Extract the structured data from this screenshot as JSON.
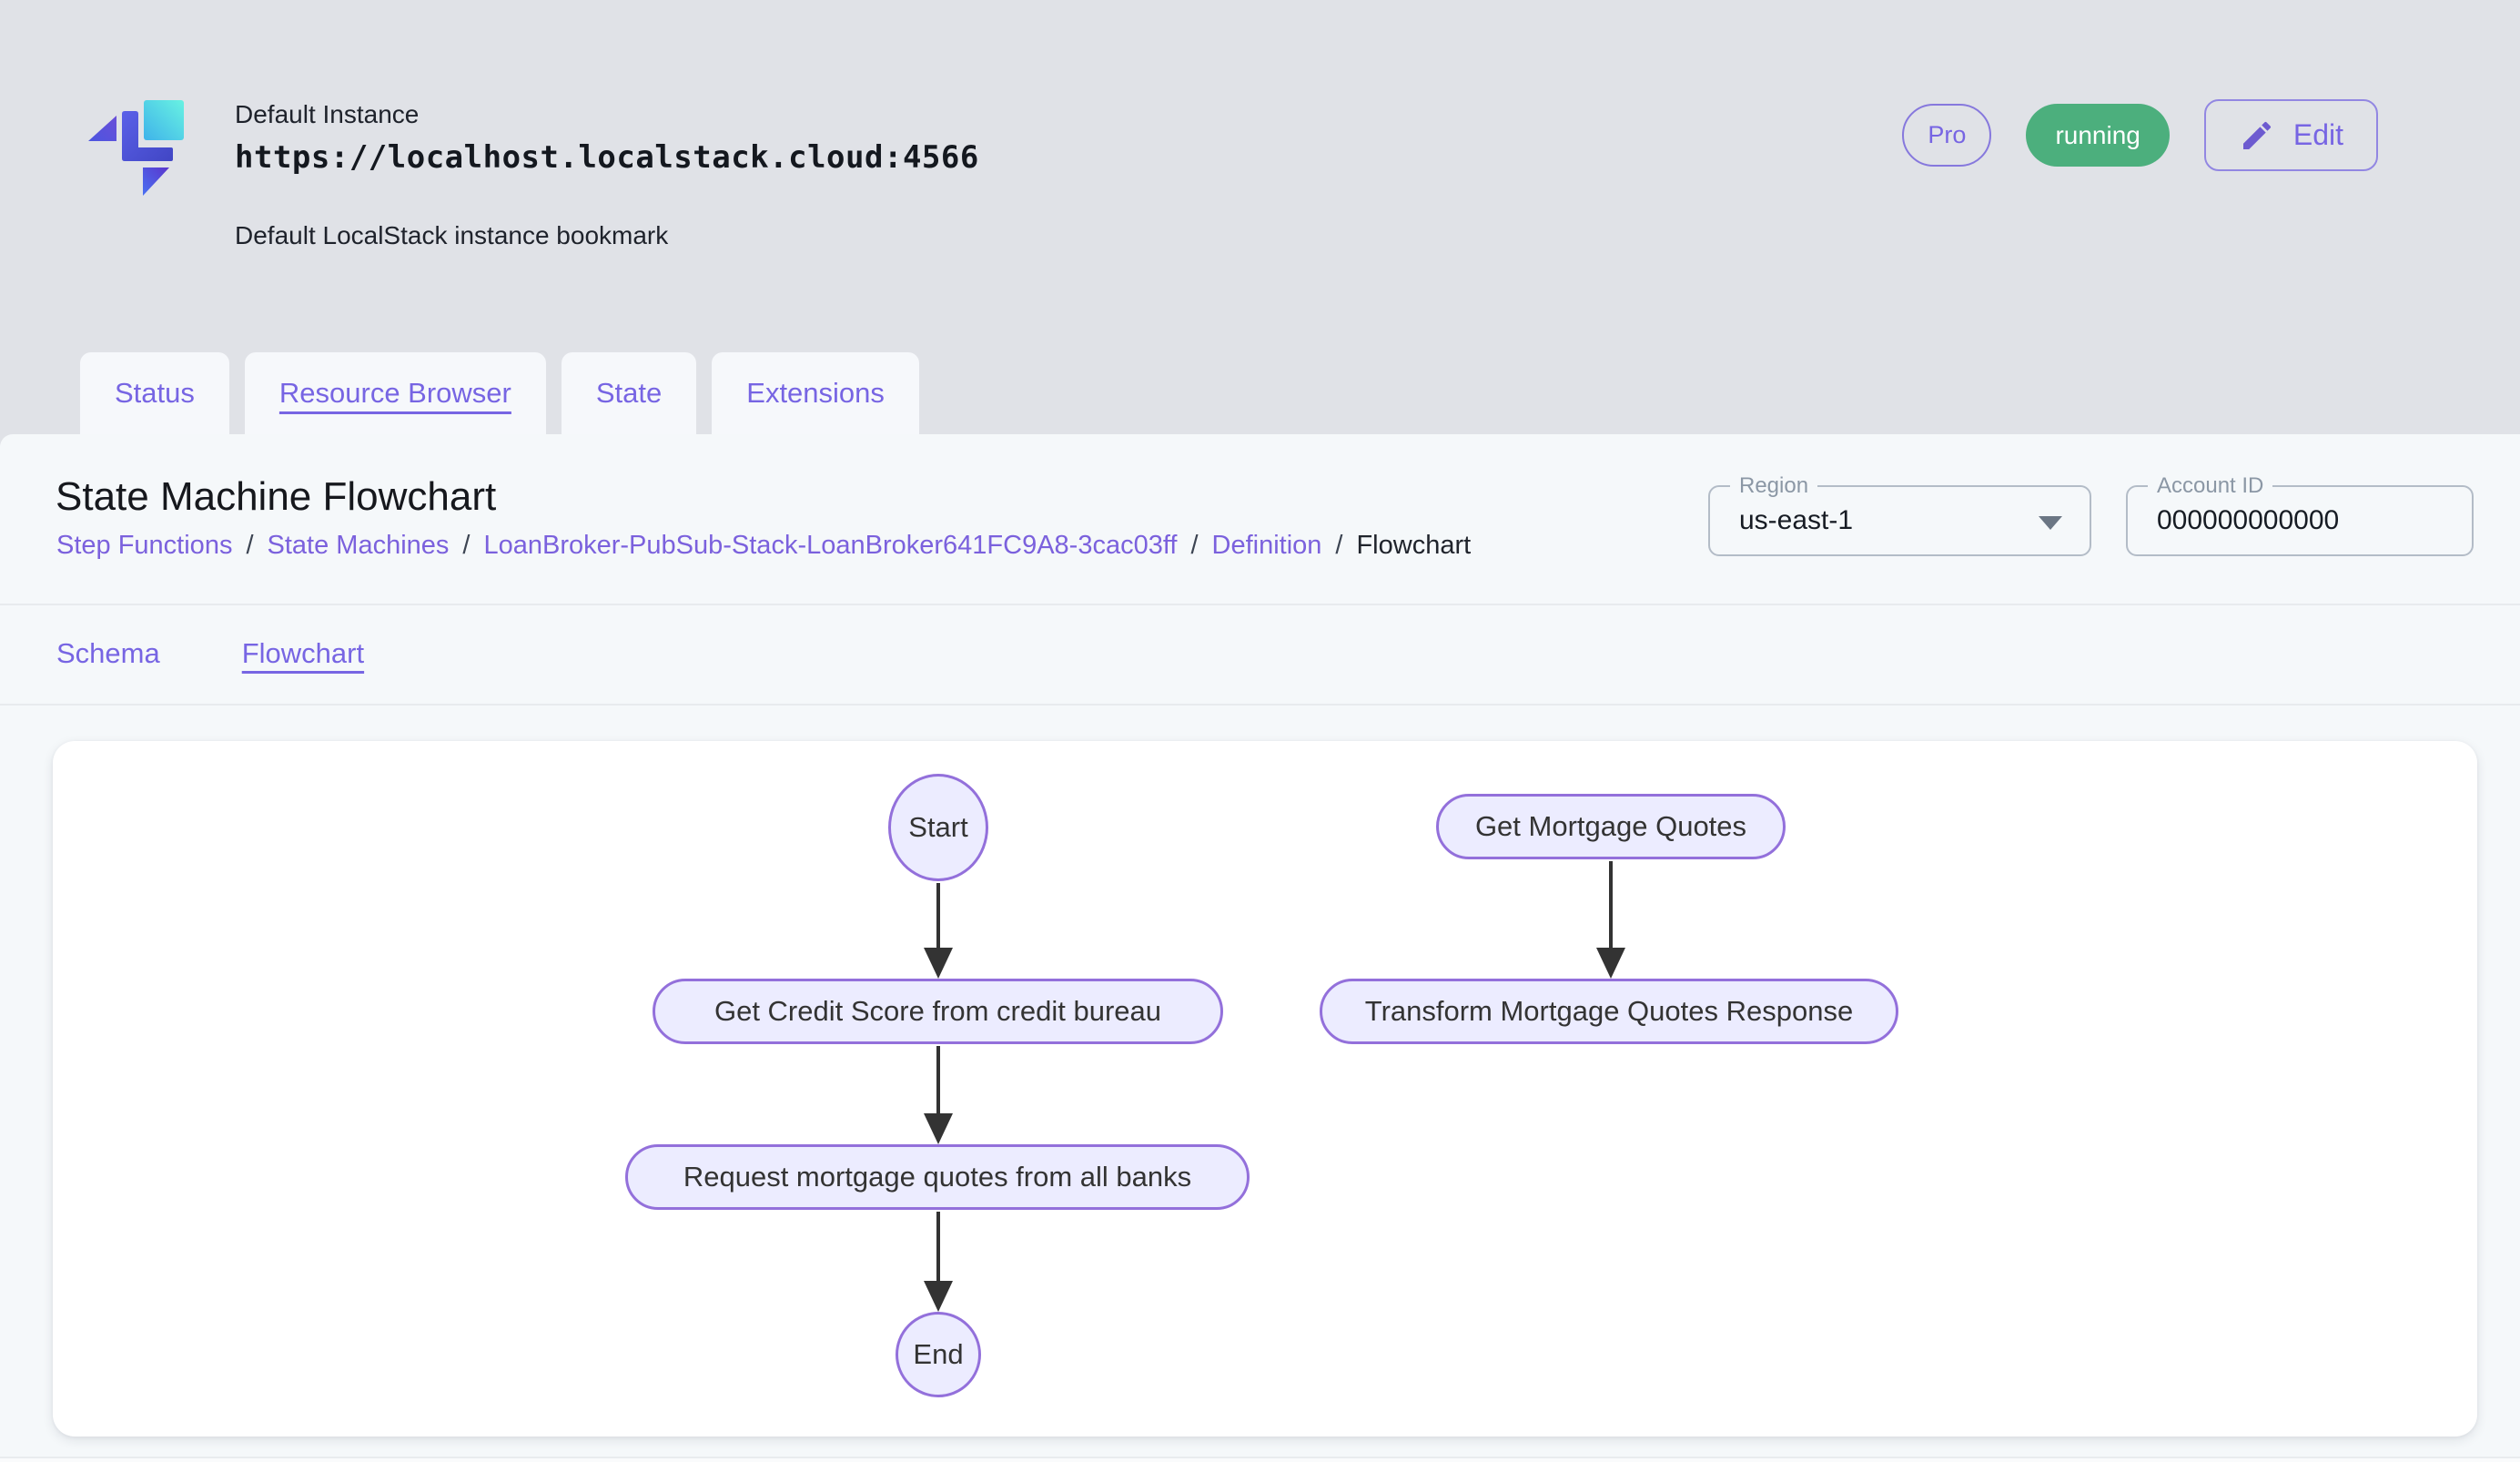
{
  "instance": {
    "name": "Default Instance",
    "url": "https://localhost.localstack.cloud:4566",
    "description": "Default LocalStack instance bookmark",
    "tier_badge": "Pro",
    "status_badge": "running",
    "edit_button": "Edit"
  },
  "tabs": [
    {
      "label": "Status"
    },
    {
      "label": "Resource Browser"
    },
    {
      "label": "State"
    },
    {
      "label": "Extensions"
    }
  ],
  "page": {
    "title": "State Machine Flowchart",
    "breadcrumbs": [
      "Step Functions",
      "State Machines",
      "LoanBroker-PubSub-Stack-LoanBroker641FC9A8-3cac03ff",
      "Definition",
      "Flowchart"
    ],
    "breadcrumb_separator": "/",
    "region": {
      "label": "Region",
      "value": "us-east-1"
    },
    "account": {
      "label": "Account ID",
      "value": "000000000000"
    },
    "subtabs": [
      {
        "label": "Schema"
      },
      {
        "label": "Flowchart"
      }
    ]
  },
  "flowchart": {
    "nodes": {
      "start": "Start",
      "get_credit_score": "Get Credit Score from credit bureau",
      "request_quotes": "Request mortgage quotes from all banks",
      "end": "End",
      "get_mortgage_quotes": "Get Mortgage Quotes",
      "transform_response": "Transform Mortgage Quotes Response"
    }
  },
  "colors": {
    "accent_purple": "#7765e3",
    "status_green": "#4caf7d",
    "node_fill": "#ECECFF",
    "node_border": "#9370DB",
    "arrow": "#333333"
  }
}
